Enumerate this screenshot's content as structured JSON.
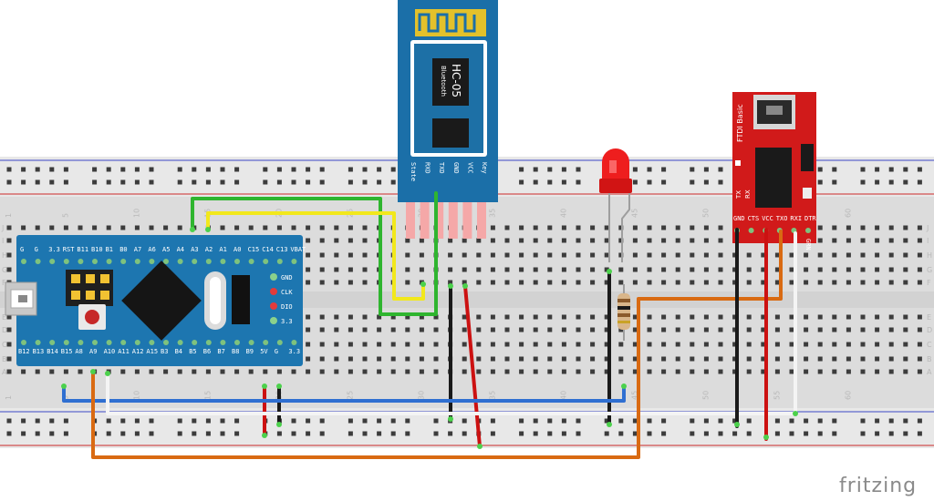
{
  "breadboard": {
    "column_numbers": [
      "1",
      "5",
      "10",
      "15",
      "20",
      "25",
      "30",
      "35",
      "40",
      "45",
      "50",
      "55",
      "60"
    ],
    "row_letters_top": [
      "J",
      "I",
      "H",
      "G",
      "F"
    ],
    "row_letters_bottom": [
      "E",
      "D",
      "C",
      "B",
      "A"
    ]
  },
  "bluepill": {
    "top_pins": [
      "G",
      "G",
      "3.3",
      "RST",
      "B11",
      "B10",
      "B1",
      "B0",
      "A7",
      "A6",
      "A5",
      "A4",
      "A3",
      "A2",
      "A1",
      "A0",
      "C15",
      "C14",
      "C13",
      "VBAT"
    ],
    "bottom_pins": [
      "B12",
      "B13",
      "B14",
      "B15",
      "A8",
      "A9",
      "A10",
      "A11",
      "A12",
      "A15",
      "B3",
      "B4",
      "B5",
      "B6",
      "B7",
      "B8",
      "B9",
      "5V",
      "G",
      "3.3"
    ],
    "swd_pins": [
      "GND",
      "CLK",
      "DIO",
      "3.3"
    ]
  },
  "hc05": {
    "title": "HC-05",
    "subtitle": "Bluetooth",
    "pins": [
      "State",
      "RXD",
      "TXD",
      "GND",
      "VCC",
      "Key"
    ]
  },
  "ftdi": {
    "title": "FTDI Basic",
    "leds": [
      "TX",
      "RX"
    ],
    "pins": [
      "GND",
      "CTS",
      "VCC",
      "TXO",
      "RXI",
      "DTR"
    ],
    "grn": "GRN"
  },
  "logo": {
    "text": "fritzing"
  },
  "colors": {
    "green_wire": "#2fb52f",
    "yellow_wire": "#f2e81c",
    "black_wire": "#1a1a1a",
    "red_wire": "#cc1111",
    "blue_wire": "#2f6fd1",
    "white_wire": "#f4f4f4",
    "orange_wire": "#d96a12",
    "bluepill_board": "#1d76b0",
    "hc05_board": "#1b6fa8",
    "ftdi_board": "#d11a1a"
  }
}
